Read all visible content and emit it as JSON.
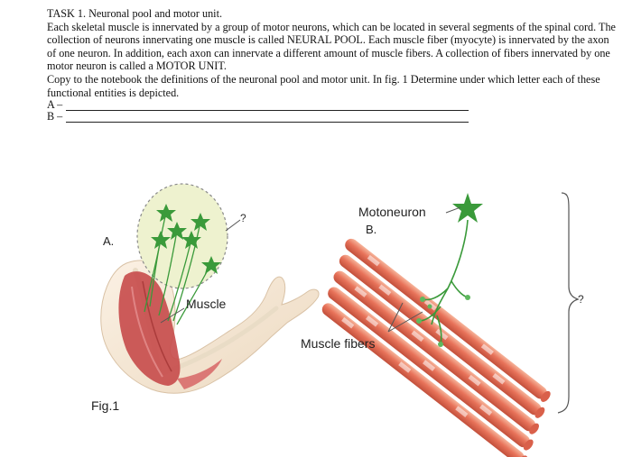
{
  "task": {
    "title": "TASK 1. Neuronal pool and motor unit.",
    "para1": "Each skeletal muscle is innervated by a group of motor neurons, which can be located in several segments of the spinal cord. The collection of neurons innervating one muscle is called NEURAL POOL. Each muscle fiber (myocyte) is innervated by the axon of one neuron. In addition, each axon can innervate a different amount of muscle fibers. A collection of fibers innervated by one motor neuron is called a MOTOR UNIT.",
    "para2": "Copy to the notebook the definitions of the neuronal pool and motor unit. In fig. 1 Determine under which letter each of these functional entities is depicted.",
    "answer_a": "A –",
    "answer_b": "B –"
  },
  "figure": {
    "label_a": "A.",
    "label_b": "B.",
    "label_muscle": "Muscle",
    "label_motoneuron": "Motoneuron",
    "label_muscle_fibers": "Muscle fibers",
    "question_mark_a": "?",
    "question_mark_b": "?",
    "caption": "Fig.1",
    "colors": {
      "neuron_green": "#3a9a3a",
      "pool_fill": "#eef2cf",
      "muscle_red": "#c64a4a",
      "fiber_orange": "#e8735a",
      "bone": "#f3e7d4"
    }
  }
}
